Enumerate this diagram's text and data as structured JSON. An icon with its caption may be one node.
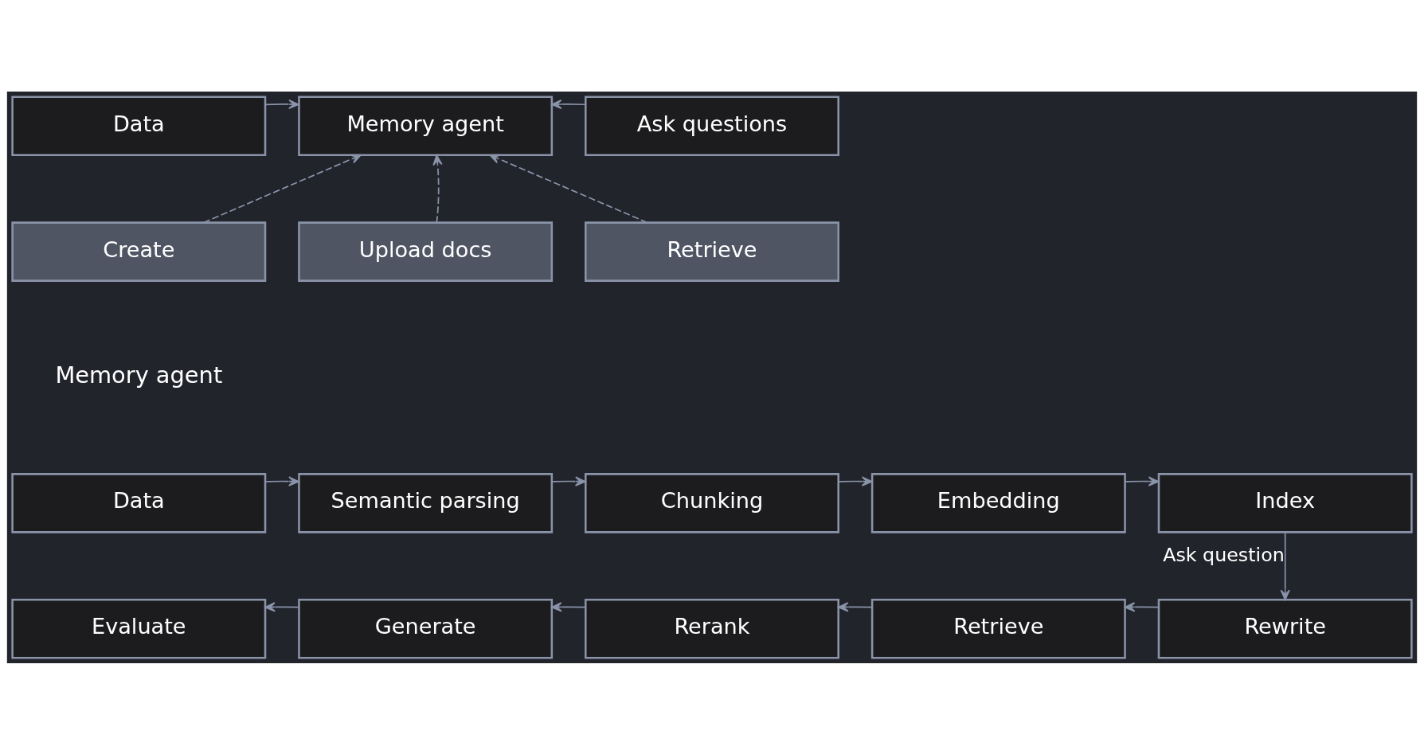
{
  "diagram": {
    "nodes": [
      {
        "text": [
          "Data"
        ]
      },
      {
        "text": [
          "Memory agent"
        ]
      },
      {
        "text": [
          "Ask questions"
        ]
      },
      {
        "text": [
          "Create"
        ]
      },
      {
        "text": [
          "Upload docs"
        ]
      },
      {
        "text": [
          "Retrieve"
        ]
      },
      {
        "text": [
          "Data"
        ]
      },
      {
        "text": [
          "Semantic parsing"
        ]
      },
      {
        "text": [
          "Chunking"
        ]
      },
      {
        "text": [
          "Embedding"
        ]
      },
      {
        "text": [
          "Index"
        ]
      },
      {
        "text": [
          "Evaluate"
        ]
      },
      {
        "text": [
          "Generate"
        ]
      },
      {
        "text": [
          "Rerank"
        ]
      },
      {
        "text": [
          "Retrieve"
        ]
      },
      {
        "text": [
          "Rewrite"
        ]
      }
    ],
    "edges": [
      {
        "from": 0,
        "to": 1,
        "arrow": "to"
      },
      {
        "from": 2,
        "to": 1,
        "arrow": "to"
      },
      {
        "from": 3,
        "to": 1,
        "arrow": "to",
        "style": "dashed"
      },
      {
        "from": 4,
        "to": 1,
        "arrow": "to",
        "style": "dashed"
      },
      {
        "from": 5,
        "to": 1,
        "arrow": "to",
        "style": "dashed"
      },
      {
        "from": 6,
        "to": 7,
        "arrow": "to"
      },
      {
        "from": 7,
        "to": 8,
        "arrow": "to"
      },
      {
        "from": 8,
        "to": 9,
        "arrow": "to"
      },
      {
        "from": 9,
        "to": 10,
        "arrow": "to"
      },
      {
        "from": 10,
        "to": 15,
        "arrow": "to",
        "label": "Ask question"
      },
      {
        "from": 15,
        "to": 14,
        "arrow": "to"
      },
      {
        "from": 14,
        "to": 13,
        "arrow": "to"
      },
      {
        "from": 13,
        "to": 12,
        "arrow": "to"
      },
      {
        "from": 12,
        "to": 11,
        "arrow": "to"
      }
    ],
    "labels": [
      "Memory agent"
    ]
  }
}
